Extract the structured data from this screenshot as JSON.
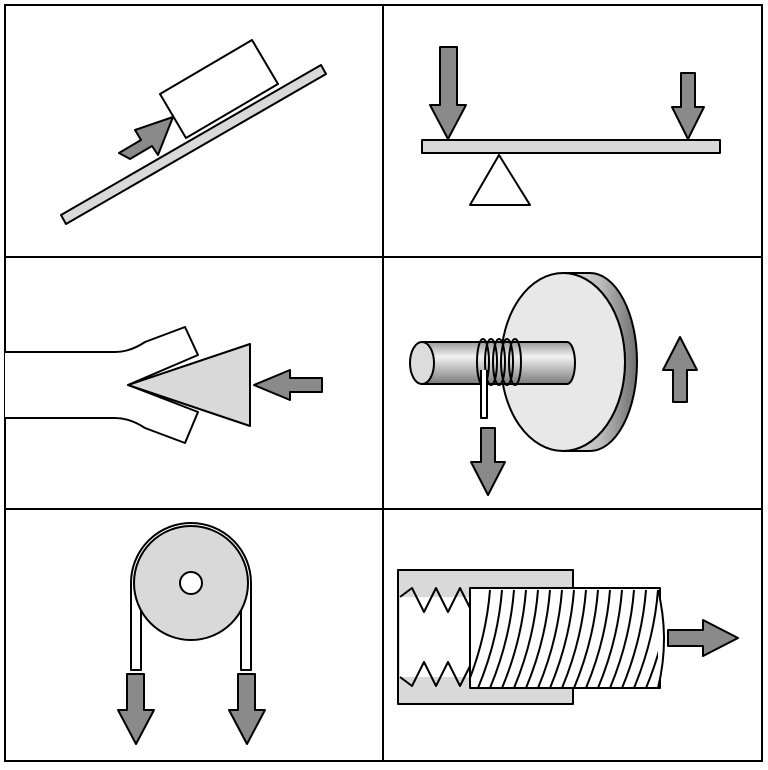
{
  "figure": {
    "panels": [
      {
        "id": "inclined-plane",
        "icon": "inclined-plane-icon"
      },
      {
        "id": "lever",
        "icon": "lever-icon"
      },
      {
        "id": "wedge",
        "icon": "wedge-icon"
      },
      {
        "id": "wheel-and-axle",
        "icon": "wheel-and-axle-icon"
      },
      {
        "id": "pulley",
        "icon": "pulley-icon"
      },
      {
        "id": "screw",
        "icon": "screw-icon"
      }
    ],
    "colors": {
      "outline": "#000000",
      "arrow_fill": "#8a8a8a",
      "part_fill": "#d9d9d9",
      "background": "#ffffff"
    }
  }
}
